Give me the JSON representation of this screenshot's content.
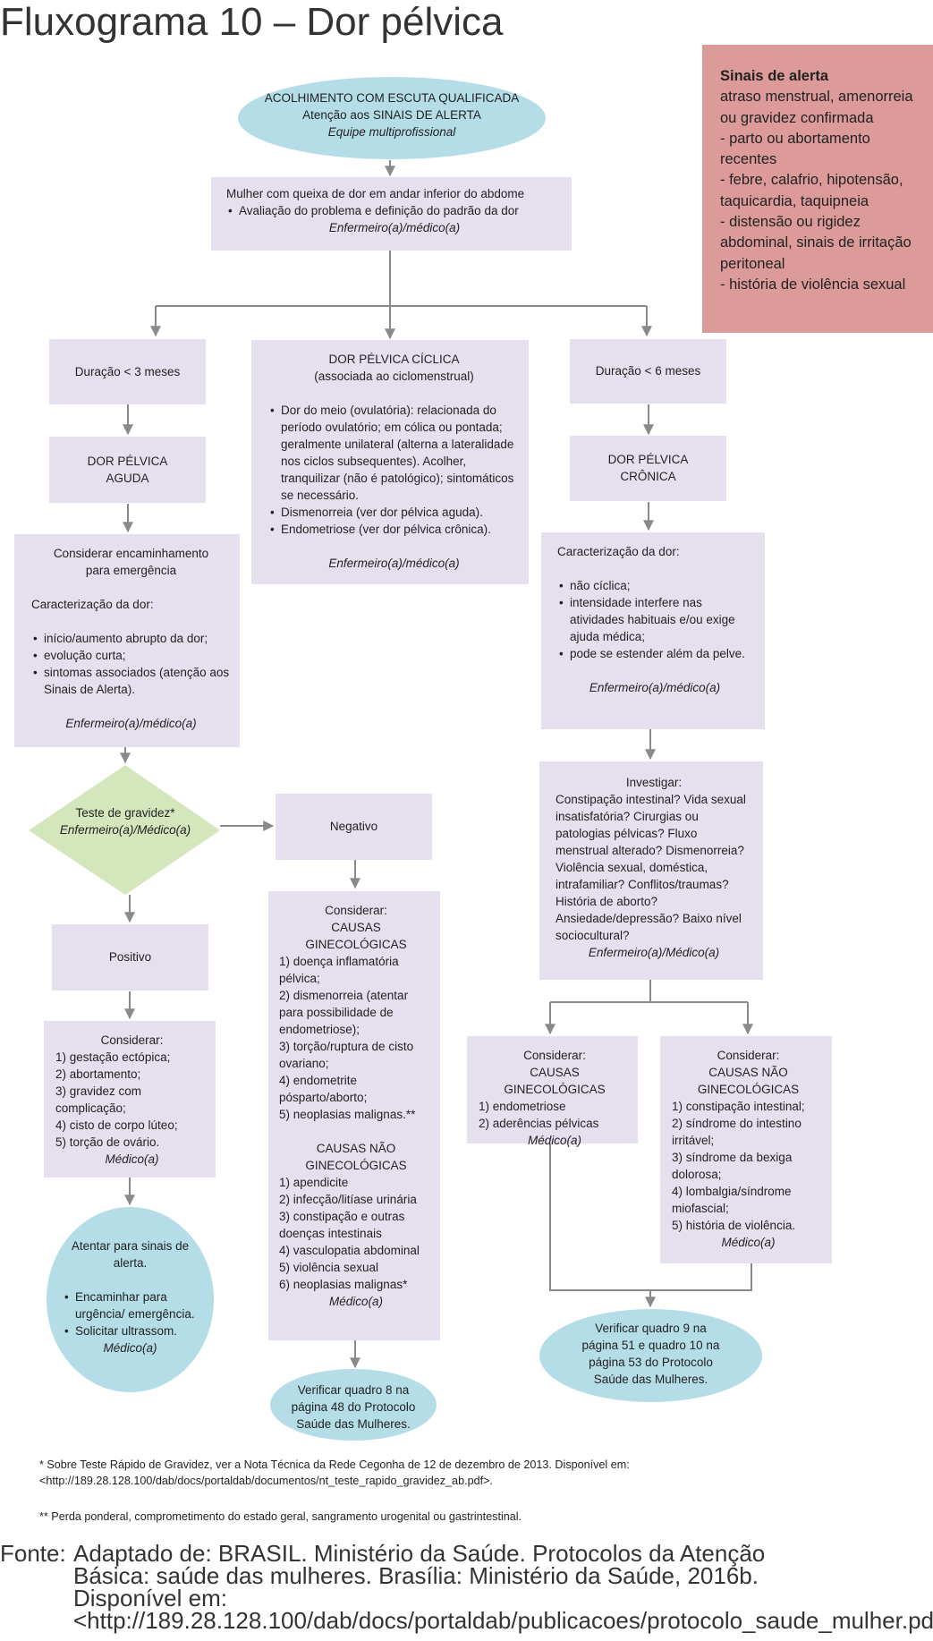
{
  "title": "Fluxograma 10 – Dor pélvica",
  "alert": {
    "heading": "Sinais de alerta",
    "body": " atraso menstrual, amenorreia ou gravidez confirmada\n- parto ou abortamento recentes\n- febre, calafrio, hipotensão, taquicardia, taquipneia\n- distensão ou rigidez abdominal, sinais de irritação peritoneal\n- história de violência sexual"
  },
  "nodes": {
    "acolhimento": {
      "l1": "ACOLHIMENTO COM ESCUTA QUALIFICADA",
      "l2": "Atenção aos SINAIS DE ALERTA",
      "l3": "Equipe multiprofissional"
    },
    "queixa": {
      "l1": "Mulher com queixa de dor em andar inferior do abdome",
      "b1": "Avaliação do problema e definição do padrão da dor",
      "l3": "Enfermeiro(a)/médico(a)"
    },
    "dur3": "Duração < 3 meses",
    "ciclica": {
      "h1": "DOR PÉLVICA CÍCLICA",
      "h2": "(associada ao ciclomenstrual)",
      "b1": "Dor do meio (ovulatória): relacionada do período ovulatório; em cólica ou pontada; geralmente unilateral (alterna a lateralidade nos ciclos subsequentes). Acolher, tranquilizar (não é patológico); sintomáticos se necessário.",
      "b2": "Dismenorreia (ver dor pélvica aguda).",
      "b3": "Endometriose (ver dor pélvica crônica).",
      "resp": "Enfermeiro(a)/médico(a)"
    },
    "dur6": "Duração < 6 meses",
    "aguda": {
      "l1": "DOR PÉLVICA",
      "l2": "AGUDA"
    },
    "cronica": {
      "l1": "DOR PÉLVICA",
      "l2": "CRÔNICA"
    },
    "emergencia": {
      "h1": "Considerar encaminhamento",
      "h2": "para emergência",
      "sub": "Caracterização da dor:",
      "b1": "início/aumento abrupto da dor;",
      "b2": "evolução curta;",
      "b3": "sintomas associados (atenção aos Sinais de Alerta).",
      "resp": "Enfermeiro(a)/médico(a)"
    },
    "caracCronica": {
      "sub": "Caracterização da dor:",
      "b1": "não cíclica;",
      "b2": "intensidade interfere nas atividades habituais e/ou exige ajuda médica;",
      "b3": "pode se estender além da pelve.",
      "resp": "Enfermeiro(a)/médico(a)"
    },
    "teste": {
      "l1": "Teste de gravidez*",
      "l2": "Enfermeiro(a)/Médico(a)"
    },
    "negativo": "Negativo",
    "investigar": {
      "head": "Investigar:",
      "body": "Constipação intestinal? Vida sexual insatisfatória? Cirurgias ou patologias pélvicas? Fluxo menstrual alterado? Dismenorreia? Violência sexual, doméstica, intrafamiliar? Conflitos/traumas? História de aborto? Ansiedade/depressão? Baixo nível sociocultural?",
      "resp": "Enfermeiro(a)/Médico(a)"
    },
    "positivo": "Positivo",
    "causasNeg": {
      "h1": "Considerar:",
      "h2": "CAUSAS GINECOLÓGICAS",
      "items1": [
        "1) doença inflamatória pélvica;",
        "2) dismenorreia (atentar para possibilidade de endometriose);",
        "3)  torção/ruptura de cisto ovariano;",
        "4) endometrite pósparto/aborto;",
        "5) neoplasias malignas.**"
      ],
      "h3": "CAUSAS NÃO GINECOLÓGICAS",
      "items2": [
        "1) apendicite",
        "2) infecção/litíase urinária",
        "3) constipação e outras doenças intestinais",
        "4) vasculopatia abdominal",
        "5) violência sexual",
        "6) neoplasias malignas*"
      ],
      "resp": "Médico(a)"
    },
    "causasGinCron": {
      "h1": "Considerar:",
      "h2": "CAUSAS GINECOLÓGICAS",
      "i1": "1) endometriose",
      "i2": "2) aderências pélvicas",
      "resp": "Médico(a)"
    },
    "causasNaoGinCron": {
      "h1": "Considerar:",
      "h2": "CAUSAS NÃO GINECOLÓGICAS",
      "items": [
        "1) constipação intestinal;",
        "2) síndrome do intestino irritável;",
        "3) síndrome da bexiga dolorosa;",
        "4) lombalgia/síndrome miofascial;",
        "5) história de violência."
      ],
      "resp": "Médico(a)"
    },
    "gestacao": {
      "h1": "Considerar:",
      "items": [
        "1) gestação ectópica;",
        "2) abortamento;",
        "3) gravidez com complicação;",
        "4) cisto de corpo lúteo;",
        "5) torção de ovário."
      ],
      "resp": "Médico(a)"
    },
    "atentar": {
      "h1": "Atentar para sinais de alerta.",
      "b1": "Encaminhar para urgência/ emergência.",
      "b2": "Solicitar ultrassom.",
      "resp": "Médico(a)"
    },
    "quadro8": "Verificar quadro 8 na página 48 do Protocolo Saúde das Mulheres.",
    "quadro9": "Verificar quadro 9 na página 51 e quadro 10 na página 53 do Protocolo Saúde das Mulheres."
  },
  "footnotes": {
    "f1": "* Sobre Teste Rápido de Gravidez, ver a Nota Técnica da Rede Cegonha de 12 de dezembro de 2013. Disponível em: <http://189.28.128.100/dab/docs/portaldab/documentos/nt_teste_rapido_gravidez_ab.pdf>.",
    "f2": "** Perda ponderal, comprometimento do estado geral, sangramento urogenital ou gastrintestinal."
  },
  "fonte": {
    "label": "Fonte:",
    "text": "Adaptado de: BRASIL. Ministério da Saúde. Protocolos da Atenção Básica: saúde das mulheres. Brasília: Ministério da Saúde, 2016b. Disponível em: <http://189.28.128.100/dab/docs/portaldab/publicacoes/protocolo_saude_mulher.pdf>."
  },
  "colors": {
    "box": "#e6e0ee",
    "oval": "#b5dde8",
    "diamond": "#d5e6bc",
    "alert": "#dc9b99",
    "connector": "#8a8a8a"
  }
}
